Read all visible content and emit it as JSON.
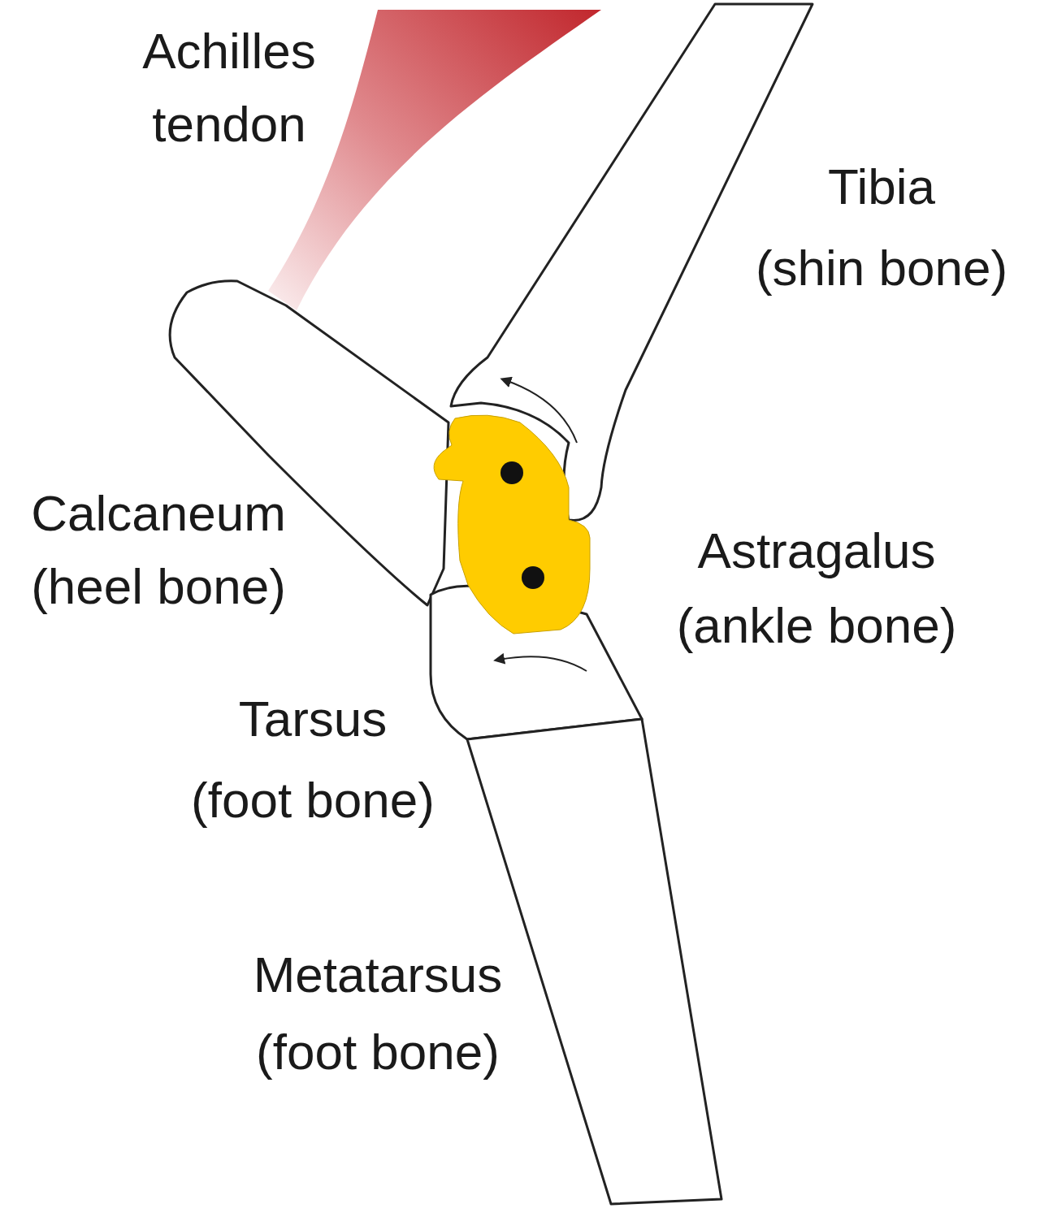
{
  "diagram": {
    "labels": [
      "Achilles tendon",
      "Tibia",
      "(shin bone)",
      "Calcaneum",
      "(heel bone)",
      "Astragalus",
      "(ankle bone)",
      "Tarsus",
      "(foot bone)",
      "Metatarsus",
      "(foot bone)"
    ]
  }
}
